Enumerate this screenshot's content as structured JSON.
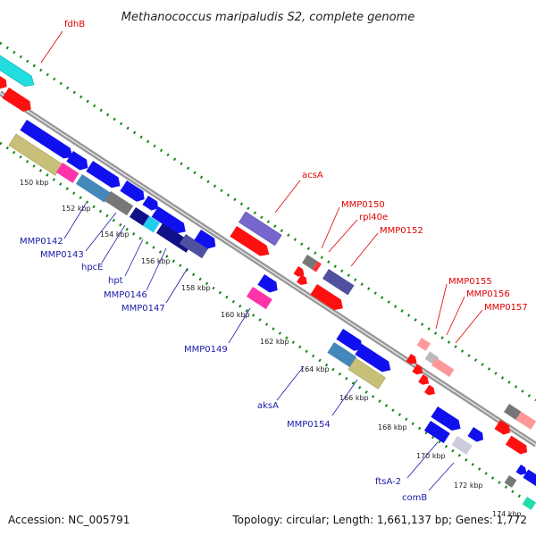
{
  "title": "Methanococcus maripaludis S2, complete genome",
  "footer": {
    "accession": "Accession: NC_005791",
    "topology": "Topology: circular; Length: 1,661,137 bp; Genes: 1,772"
  },
  "ticks": [
    {
      "label": "150 kbp"
    },
    {
      "label": "152 kbp"
    },
    {
      "label": "154 kbp"
    },
    {
      "label": "156 kbp"
    },
    {
      "label": "158 kbp"
    },
    {
      "label": "160 kbp"
    },
    {
      "label": "162 kbp"
    },
    {
      "label": "164 kbp"
    },
    {
      "label": "166 kbp"
    },
    {
      "label": "168 kbp"
    },
    {
      "label": "170 kbp"
    },
    {
      "label": "172 kbp"
    },
    {
      "label": "174 kbp"
    }
  ],
  "gene_labels": {
    "red": [
      "fdhB",
      "acsA",
      "MMP0150",
      "rpl40e",
      "MMP0152",
      "MMP0155",
      "MMP0156",
      "MMP0157"
    ],
    "blue": [
      "MMP0142",
      "MMP0143",
      "hpcE",
      "hpt",
      "MMP0146",
      "MMP0147",
      "MMP0149",
      "aksA",
      "MMP0154",
      "ftsA-2",
      "comB"
    ]
  },
  "colors": {
    "forward": "#ff1010",
    "reverse": "#1010ee",
    "backbone": "#999999",
    "ticks": "#108810",
    "cyan": "#22dddd",
    "olive": "#c8c078",
    "magenta": "#ff33aa",
    "navy": "#101088",
    "slate": "#5050a0",
    "lavender": "#7766cc",
    "steel": "#4488bb",
    "gray": "#777777",
    "pink": "#ff9999"
  }
}
